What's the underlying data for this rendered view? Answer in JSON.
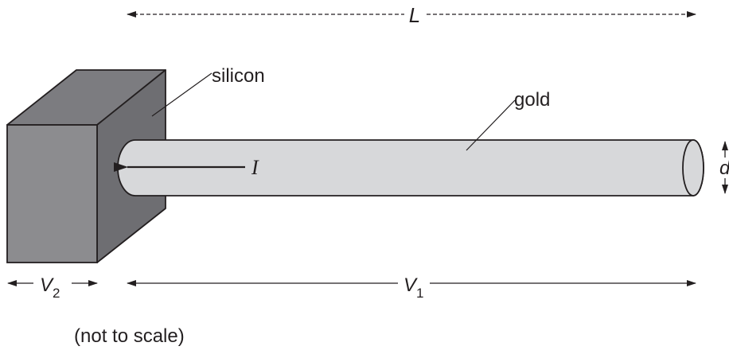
{
  "diagram": {
    "labels": {
      "length": "L",
      "silicon": "silicon",
      "gold": "gold",
      "current": "I",
      "diameter": "d",
      "v1_main": "V",
      "v1_sub": "1",
      "v2_main": "V",
      "v2_sub": "2",
      "note": "(not to scale)"
    },
    "colors": {
      "block_front": "#8c8c8f",
      "block_top": "#7c7c80",
      "block_side": "#6e6e72",
      "rod_fill": "#d7d8da",
      "ink": "#231f20"
    }
  }
}
